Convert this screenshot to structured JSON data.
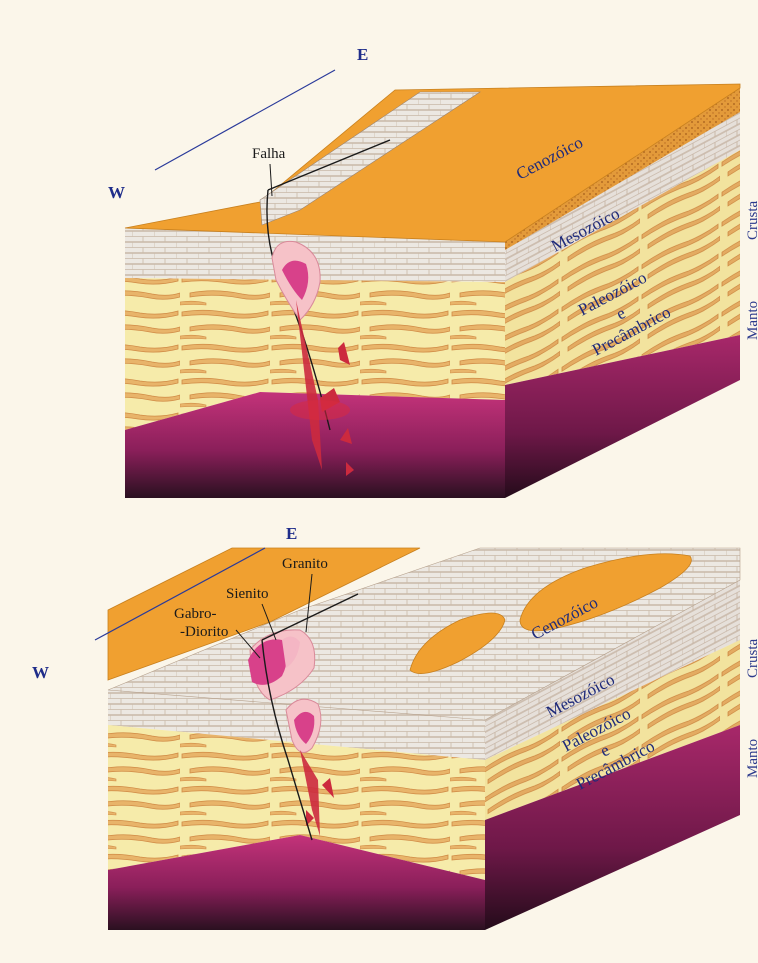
{
  "diagram1": {
    "dir_w": "W",
    "dir_e": "E",
    "falha": "Falha",
    "cenozoico": "Cenozóico",
    "mesozoico": "Mesozóico",
    "paleozoico": "Paleozóico",
    "e": "e",
    "precambrico": "Precâmbrico",
    "crusta": "Crusta",
    "manto": "Manto"
  },
  "diagram2": {
    "dir_w": "W",
    "dir_e": "E",
    "granito": "Granito",
    "sienito": "Sienito",
    "gabro": "Gabro-",
    "diorito": "-Diorito",
    "cenozoico": "Cenozóico",
    "mesozoico": "Mesozóico",
    "paleozoico": "Paleozóico",
    "e": "e",
    "precambrico": "Precâmbrico",
    "crusta": "Crusta",
    "manto": "Manto"
  },
  "colors": {
    "background": "#fbf6ea",
    "cenozoic": "#f0a030",
    "mesozoic": "#ece8e2",
    "paleozoic": "#f5e8a0",
    "mantle": "#8a1f5a",
    "magma": "#d84488"
  }
}
